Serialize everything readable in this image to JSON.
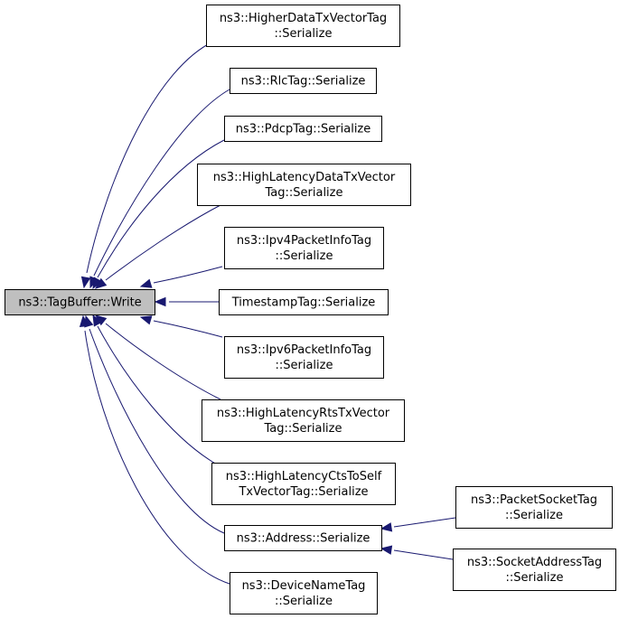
{
  "diagram": {
    "root": {
      "id": "root",
      "lines": [
        "ns3::TagBuffer::Write"
      ]
    },
    "nodes": [
      {
        "id": "n1",
        "lines": [
          "ns3::HigherDataTxVectorTag",
          "::Serialize"
        ]
      },
      {
        "id": "n2",
        "lines": [
          "ns3::RlcTag::Serialize"
        ]
      },
      {
        "id": "n3",
        "lines": [
          "ns3::PdcpTag::Serialize"
        ]
      },
      {
        "id": "n4",
        "lines": [
          "ns3::HighLatencyDataTxVector",
          "Tag::Serialize"
        ]
      },
      {
        "id": "n5",
        "lines": [
          "ns3::Ipv4PacketInfoTag",
          "::Serialize"
        ]
      },
      {
        "id": "n6",
        "lines": [
          "TimestampTag::Serialize"
        ]
      },
      {
        "id": "n7",
        "lines": [
          "ns3::Ipv6PacketInfoTag",
          "::Serialize"
        ]
      },
      {
        "id": "n8",
        "lines": [
          "ns3::HighLatencyRtsTxVector",
          "Tag::Serialize"
        ]
      },
      {
        "id": "n9",
        "lines": [
          "ns3::HighLatencyCtsToSelf",
          "TxVectorTag::Serialize"
        ]
      },
      {
        "id": "n10",
        "lines": [
          "ns3::Address::Serialize"
        ]
      },
      {
        "id": "n11",
        "lines": [
          "ns3::DeviceNameTag",
          "::Serialize"
        ]
      },
      {
        "id": "n12",
        "lines": [
          "ns3::PacketSocketTag",
          "::Serialize"
        ]
      },
      {
        "id": "n13",
        "lines": [
          "ns3::SocketAddressTag",
          "::Serialize"
        ]
      }
    ],
    "edges": [
      {
        "from": "n1",
        "to": "root"
      },
      {
        "from": "n2",
        "to": "root"
      },
      {
        "from": "n3",
        "to": "root"
      },
      {
        "from": "n4",
        "to": "root"
      },
      {
        "from": "n5",
        "to": "root"
      },
      {
        "from": "n6",
        "to": "root"
      },
      {
        "from": "n7",
        "to": "root"
      },
      {
        "from": "n8",
        "to": "root"
      },
      {
        "from": "n9",
        "to": "root"
      },
      {
        "from": "n10",
        "to": "root"
      },
      {
        "from": "n11",
        "to": "root"
      },
      {
        "from": "n12",
        "to": "n10"
      },
      {
        "from": "n13",
        "to": "n10"
      }
    ],
    "colors": {
      "edge": "#191970",
      "root_fill": "#bfbfbf",
      "node_fill": "#ffffff",
      "border": "#000000"
    }
  }
}
